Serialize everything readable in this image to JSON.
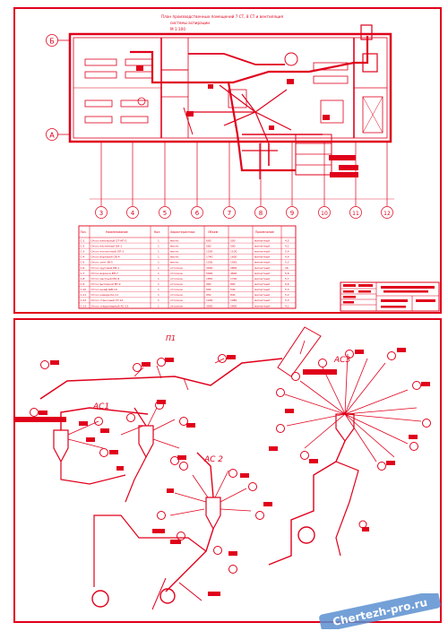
{
  "drawing": {
    "title_line1": "План производственных помещений 7 СТ, 8 СТ и вентиляция",
    "title_line2": "системы аспирации",
    "title_line3": "М 1:100",
    "axes_rows": [
      "Б",
      "А"
    ],
    "axes_cols": [
      "3",
      "4",
      "5",
      "6",
      "7",
      "8",
      "9",
      "10",
      "11",
      "12"
    ]
  },
  "spec_table": {
    "headers": [
      "Поз.",
      "Наименование",
      "Кол.",
      "Характеристика",
      "Объем",
      "Примечание"
    ],
    "rows": [
      [
        "С-1",
        "Отсос напольный ОТ-НП-1",
        "1",
        "местн.",
        "600",
        "500",
        "магнитный",
        "4,5"
      ],
      [
        "С-2",
        "Отсос настенный ОН-1",
        "1",
        "местн.",
        "560",
        "500",
        "магнитный",
        "4,1"
      ],
      [
        "С-3",
        "Отсос потолочный ОП-3",
        "1",
        "местн.",
        "1200",
        "1100",
        "магнитный",
        "5,4"
      ],
      [
        "С-4",
        "Отсос бортовой ОБ-4",
        "1",
        "местн.",
        "1740",
        "1600",
        "магнитный",
        "4,4"
      ],
      [
        "С-5",
        "Отсос зонт ЗВ-5",
        "1",
        "местн.",
        "1200",
        "1050",
        "магнитный",
        "5,2"
      ],
      [
        "С-6",
        "Отсос круговой КВ-1",
        "1",
        "отсосное",
        "3000",
        "2800",
        "магнитный",
        "26"
      ],
      [
        "С-7",
        "Отсос воронка ВН-7",
        "1",
        "отсосное",
        "5000",
        "4600",
        "магнитный",
        "5,6"
      ],
      [
        "С-8",
        "Отсос местный МО-8",
        "1",
        "отсосное",
        "1850",
        "1700",
        "магнитный",
        "5,7"
      ],
      [
        "С-9",
        "Отсос вытяжной ВТ-9",
        "1",
        "отсосное",
        "900",
        "800",
        "магнитный",
        "6,6"
      ],
      [
        "С-10",
        "Отсос шкаф ШВ-10",
        "1",
        "отсосное",
        "600",
        "540",
        "магнитный",
        "5,3"
      ],
      [
        "С-11",
        "Отсос камера КА-11",
        "1",
        "отсосное",
        "950",
        "840",
        "магнитный",
        "5,2"
      ],
      [
        "С-12",
        "Отсос станочный СТ-12",
        "1",
        "отсосное",
        "1200",
        "1080",
        "магнитный",
        "5,3"
      ],
      [
        "С-13",
        "Отсос стационарный АС-13",
        "1",
        "отсосное",
        "3000",
        "2800",
        "магнитный",
        "4,1"
      ]
    ]
  },
  "scheme": {
    "label_p1": "П1",
    "label_ac1": "АС1",
    "label_ac2": "АС 2",
    "label_ac3": "АС3"
  },
  "watermark": {
    "text": "Chertezh-pro.ru"
  },
  "colors": {
    "line": "#e0001b",
    "background": "#ffffff"
  }
}
